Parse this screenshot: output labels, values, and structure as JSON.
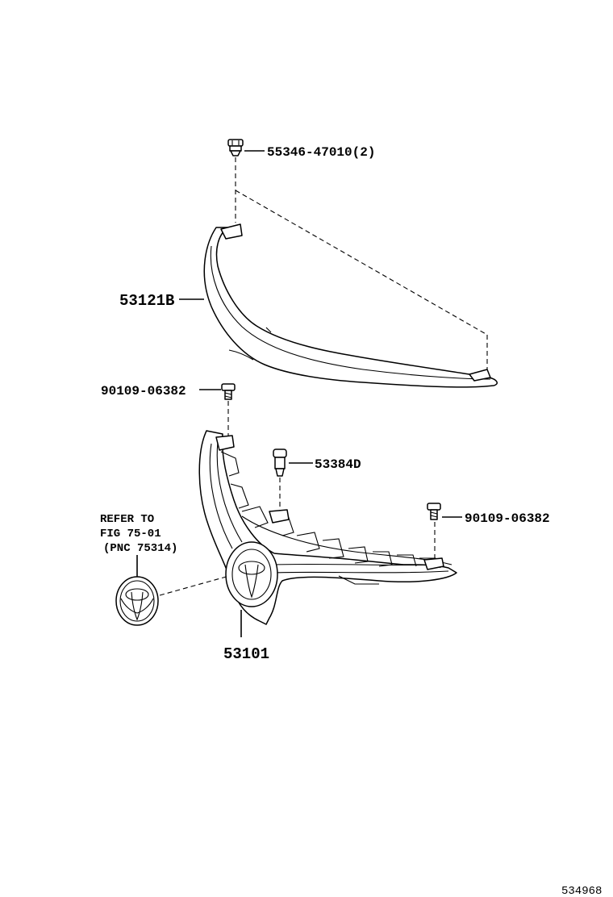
{
  "parts": [
    {
      "id": "clip-top",
      "number": "55346-47010",
      "qty": "(2)"
    },
    {
      "id": "molding",
      "number": "53121B"
    },
    {
      "id": "screw-left",
      "number": "90109-06382"
    },
    {
      "id": "screw-right",
      "number": "90109-06382"
    },
    {
      "id": "bracket",
      "number": "53384D"
    },
    {
      "id": "grille",
      "number": "53101"
    }
  ],
  "reference": {
    "line1": "REFER TO",
    "line2": "FIG 75-01",
    "line3": "(PNC 75314)"
  },
  "diagram_id": "534968"
}
